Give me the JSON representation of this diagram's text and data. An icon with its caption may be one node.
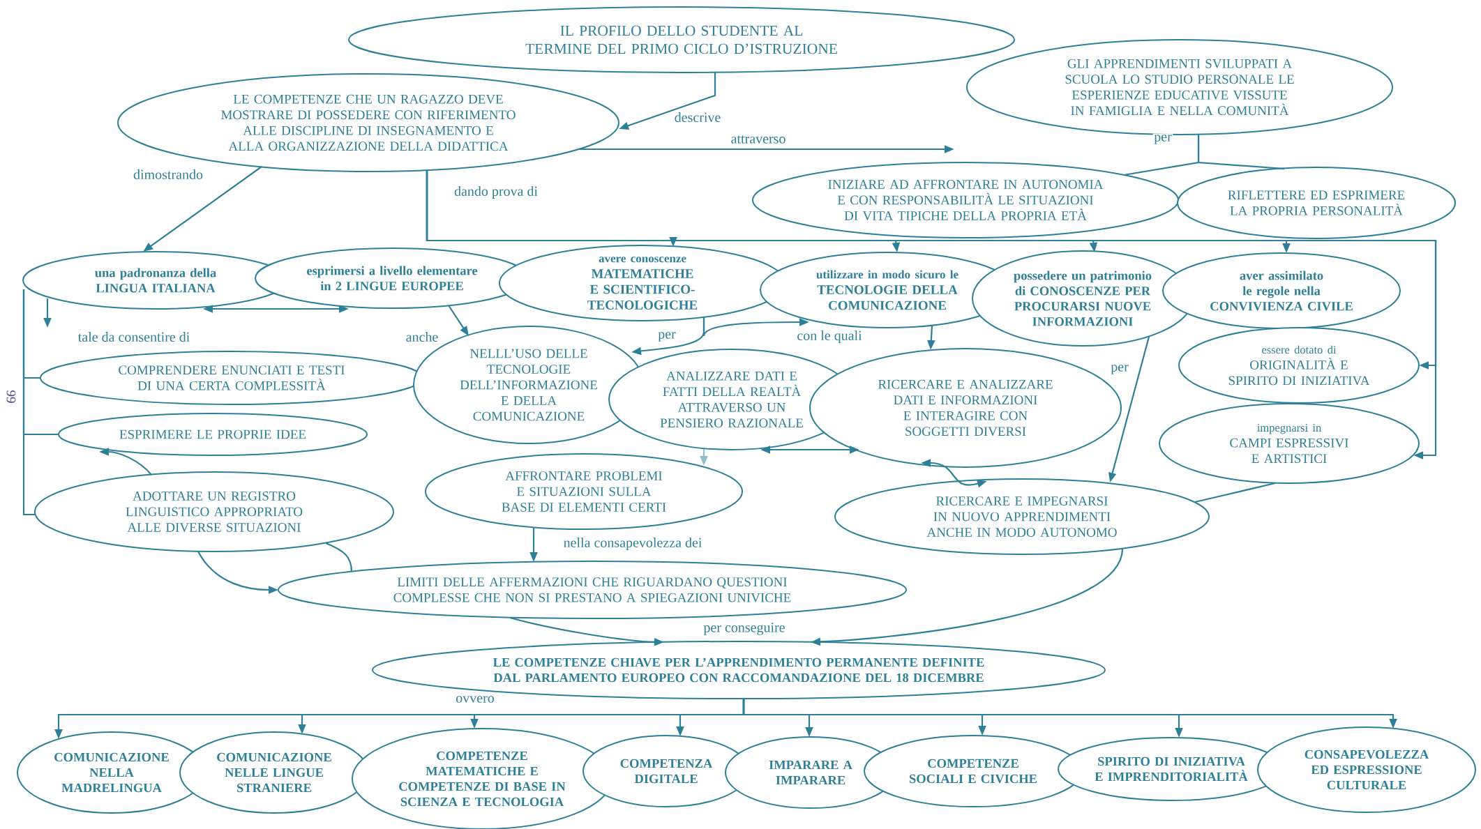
{
  "diagram": {
    "nodes": [
      {
        "text": [
          "IL PROFILO DELLO STUDENTE AL TERMINE DEL PRIMO CICLO D’ISTRUZIONE"
        ]
      },
      {
        "text": [
          "LE COMPETENZE CHE UN RAGAZZO DEVE MOSTRARE DI POSSEDERE CON RIFERIMENTO ALLE DISCIPLINE DI INSEGNAMENTO E ALLA ORGANIZZAZIONE DELLA DIDATTICA"
        ]
      },
      {
        "text": [
          "GLI APPRENDIMENTI SVILUPPATI A SCUOLA LO STUDIO PERSONALE LE ESPERIENZE EDUCATIVE VISSUTE IN FAMIGLIA E NELLA COMUNITÀ"
        ]
      },
      {
        "text": [
          "INIZIARE AD AFFRONTARE IN AUTONOMIA E CON RESPONSABILITÀ LE SITUAZIONI DI VITA TIPICHE DELLA PROPRIA ETÀ"
        ]
      },
      {
        "text": [
          "RIFLETTERE ED ESPRIMERE LA PROPRIA PERSONALITÀ"
        ]
      },
      {
        "text": [
          "una padronanza della LINGUA ITALIANA"
        ]
      },
      {
        "text": [
          "esprimersi a livello elementare in 2 LINGUE EUROPEE"
        ]
      },
      {
        "text": [
          "avere conoscenze",
          "MATEMATICHE E SCIENTIFICO-TECNOLOGICHE"
        ]
      },
      {
        "text": [
          "utilizzare in modo sicuro le",
          "TECNOLOGIE DELLA COMUNICAZIONE"
        ]
      },
      {
        "text": [
          "possedere un patrimonio di CONOSCENZE PER PROCURARSI NUOVE INFORMAZIONI"
        ]
      },
      {
        "text": [
          "aver assimilato le regole nella CONVIVIENZA CIVILE"
        ]
      },
      {
        "text": [
          "COMPRENDERE ENUNCIATI E TESTI DI UNA CERTA COMPLESSITÀ"
        ]
      },
      {
        "text": [
          "NELLL’USO DELLE TECNOLOGIE DELL’INFORMAZIONE E DELLA COMUNICAZIONE"
        ]
      },
      {
        "text": [
          "ANALIZZARE DATI E FATTI DELLA REALTÀ ATTRAVERSO UN PENSIERO RAZIONALE"
        ]
      },
      {
        "text": [
          "RICERCARE E ANALIZZARE DATI E INFORMAZIONI E INTERAGIRE CON SOGGETTI DIVERSI"
        ]
      },
      {
        "text": [
          "essere dotato di",
          "ORIGINALITÀ E SPIRITO DI INIZIATIVA"
        ]
      },
      {
        "text": [
          "ESPRIMERE LE PROPRIE IDEE"
        ]
      },
      {
        "text": [
          "impegnarsi in",
          "CAMPI ESPRESSIVI E ARTISTICI"
        ]
      },
      {
        "text": [
          "ADOTTARE UN REGISTRO LINGUISTICO APPROPRIATO ALLE DIVERSE SITUAZIONI"
        ]
      },
      {
        "text": [
          "AFFRONTARE PROBLEMI E SITUAZIONI SULLA BASE DI ELEMENTI CERTI"
        ]
      },
      {
        "text": [
          "RICERCARE E IMPEGNARSI IN NUOVO APPRENDIMENTI ANCHE IN MODO AUTONOMO"
        ]
      },
      {
        "text": [
          "LIMITI DELLE AFFERMAZIONI CHE RIGUARDANO QUESTIONI COMPLESSE CHE NON SI PRESTANO A SPIEGAZIONI UNIVICHE"
        ]
      },
      {
        "text": [
          "LE COMPETENZE CHIAVE PER L’APPRENDIMENTO PERMANENTE DEFINITE DAL PARLAMENTO EUROPEO CON RACCOMANDAZIONE DEL 18 DICEMBRE"
        ]
      },
      {
        "text": [
          "COMUNICAZIONE NELLA MADRELINGUA"
        ]
      },
      {
        "text": [
          "COMUNICAZIONE NELLE LINGUE STRANIERE"
        ]
      },
      {
        "text": [
          "COMPETENZE MATEMATICHE E COMPETENZE DI BASE IN SCIENZA E TECNOLOGIA"
        ]
      },
      {
        "text": [
          "COMPETENZA DIGITALE"
        ]
      },
      {
        "text": [
          "IMPARARE A IMPARARE"
        ]
      },
      {
        "text": [
          "COMPETENZE SOCIALI E CIVICHE"
        ]
      },
      {
        "text": [
          "SPIRITO DI INIZIATIVA E IMPRENDITORIALITÀ"
        ]
      },
      {
        "text": [
          "CONSAPEVOLEZZA ED ESPRESSIONE CULTURALE"
        ]
      }
    ],
    "edges": [
      {
        "from": 0,
        "to": 1,
        "arrow": "to",
        "label": "descrive"
      },
      {
        "from": 1,
        "to": 3,
        "arrow": "to",
        "label": "attraverso"
      },
      {
        "from": 2,
        "to": 3,
        "arrow": "none",
        "label": "per"
      },
      {
        "from": 2,
        "to": 4,
        "arrow": "none"
      },
      {
        "from": 1,
        "to": 5,
        "arrow": "to",
        "label": "dimostrando"
      },
      {
        "from": 1,
        "to": 7,
        "arrow": "to",
        "label": "dando prova di"
      },
      {
        "from": 1,
        "to": 8,
        "arrow": "to"
      },
      {
        "from": 1,
        "to": 9,
        "arrow": "to"
      },
      {
        "from": 1,
        "to": 10,
        "arrow": "to"
      },
      {
        "from": 1,
        "to": 15,
        "arrow": "to"
      },
      {
        "from": 1,
        "to": 17,
        "arrow": "to"
      },
      {
        "from": 5,
        "to": 6,
        "arrow": "both"
      },
      {
        "from": 5,
        "to": null,
        "arrow": "to",
        "label": "tale da consentire di"
      },
      {
        "from": 5,
        "to": 11,
        "arrow": "none"
      },
      {
        "from": 5,
        "to": 16,
        "arrow": "none"
      },
      {
        "from": 5,
        "to": 18,
        "arrow": "none"
      },
      {
        "from": 6,
        "to": 12,
        "arrow": "to",
        "label": "anche"
      },
      {
        "from": 7,
        "to": 12,
        "arrow": "to",
        "label": "per"
      },
      {
        "from": 7,
        "to": 8,
        "arrow": "to",
        "label": "con le quali"
      },
      {
        "from": 8,
        "to": 14,
        "arrow": "to"
      },
      {
        "from": 13,
        "to": 19,
        "arrow": "to",
        "color": "#8fbfcc"
      },
      {
        "from": 13,
        "to": 14,
        "arrow": "both"
      },
      {
        "from": 14,
        "to": 20,
        "arrow": "both"
      },
      {
        "from": 9,
        "to": 20,
        "arrow": "to",
        "label": "per"
      },
      {
        "from": 17,
        "to": 20,
        "arrow": "none"
      },
      {
        "from": 18,
        "to": 16,
        "arrow": "to"
      },
      {
        "from": 18,
        "to": 21,
        "arrow": "to"
      },
      {
        "from": 18,
        "to": 21,
        "arrow": "none"
      },
      {
        "from": 19,
        "to": 21,
        "arrow": "to",
        "label": "nella consapevolezza dei"
      },
      {
        "from": 21,
        "to": 22,
        "arrow": "to",
        "label": "per conseguire"
      },
      {
        "from": 20,
        "to": 22,
        "arrow": "to"
      },
      {
        "from": 22,
        "to": 23,
        "arrow": "to"
      },
      {
        "from": 22,
        "to": 24,
        "arrow": "to"
      },
      {
        "from": 22,
        "to": 25,
        "arrow": "to",
        "label": "ovvero"
      },
      {
        "from": 22,
        "to": 26,
        "arrow": "to"
      },
      {
        "from": 22,
        "to": 27,
        "arrow": "to"
      },
      {
        "from": 22,
        "to": 28,
        "arrow": "to"
      },
      {
        "from": 22,
        "to": 29,
        "arrow": "to"
      },
      {
        "from": 22,
        "to": 30,
        "arrow": "to"
      }
    ],
    "labels": [
      "99"
    ]
  }
}
